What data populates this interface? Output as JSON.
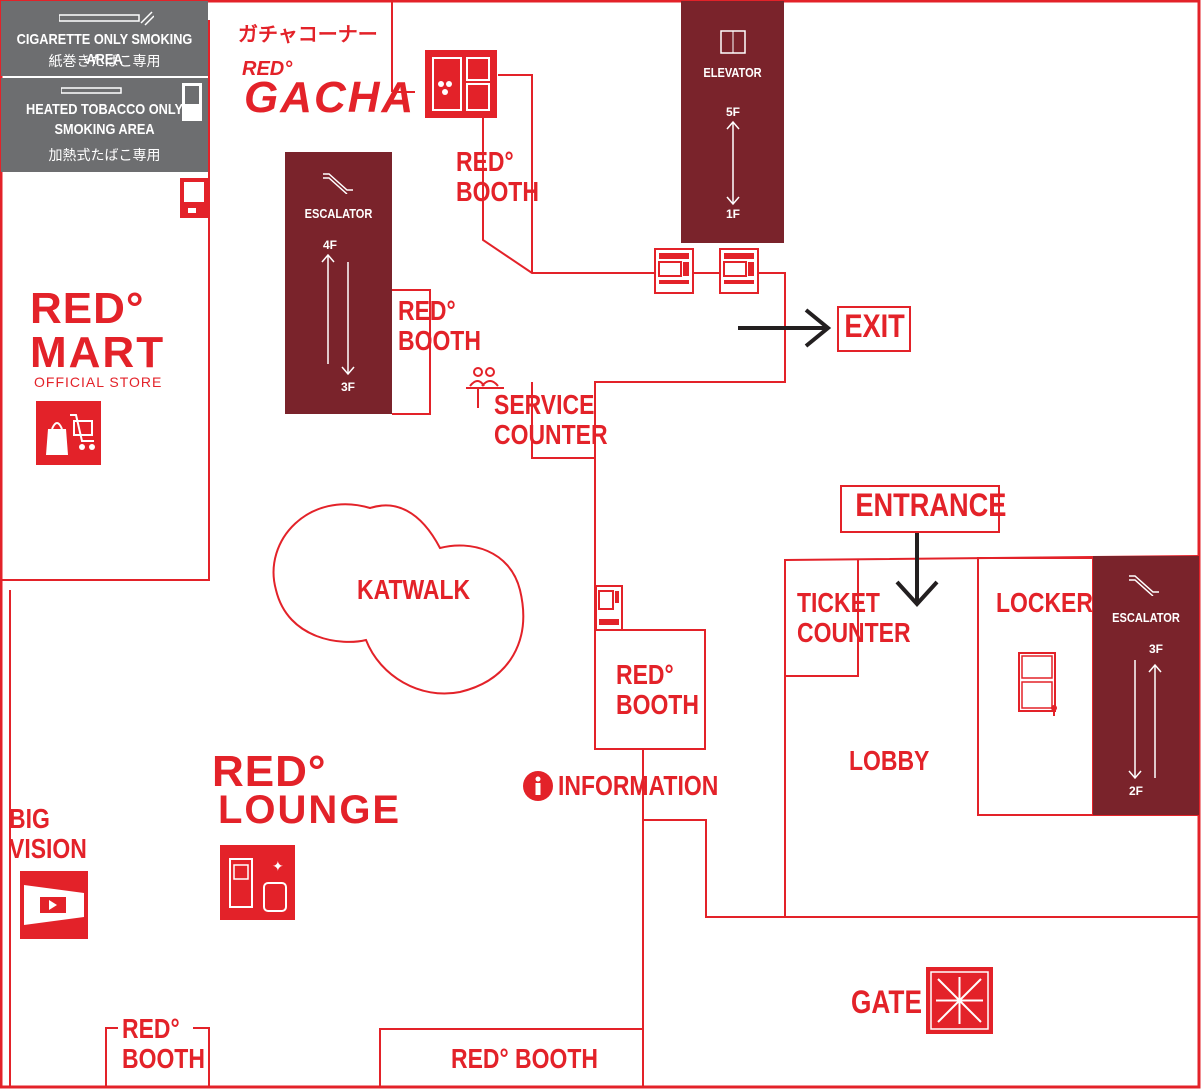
{
  "labels": {
    "gacha_jp": "ガチャコーナー",
    "red_booth_1_a": "RED°",
    "red_booth_1_b": "BOOTH",
    "red_booth_2_a": "RED°",
    "red_booth_2_b": "BOOTH",
    "red_booth_3_a": "RED°",
    "red_booth_3_b": "BOOTH",
    "red_booth_4_a": "RED°",
    "red_booth_4_b": "BOOTH",
    "red_booth_5": "RED° BOOTH",
    "service_1": "SERVICE",
    "service_2": "COUNTER",
    "katwalk": "KATWALK",
    "information": "INFORMATION",
    "ticket_1": "TICKET",
    "ticket_2": "COUNTER",
    "lobby": "LOBBY",
    "locker": "LOCKER",
    "big_1": "BIG",
    "big_2": "VISION",
    "gate": "GATE",
    "exit": "EXIT",
    "entrance": "ENTRANCE"
  },
  "smoking": {
    "cigarette_en": "CIGARETTE ONLY SMOKING AREA",
    "cigarette_jp": "紙巻きたばこ専用",
    "heated_en_1": "HEATED TOBACCO ONLY",
    "heated_en_2": "SMOKING AREA",
    "heated_jp": "加熱式たばこ専用"
  },
  "elevator": {
    "name": "ELEVATOR",
    "top": "5F",
    "bottom": "1F"
  },
  "escalator_left": {
    "name": "ESCALATOR",
    "top": "4F",
    "bottom": "3F"
  },
  "escalator_right": {
    "name": "ESCALATOR",
    "top": "3F",
    "bottom": "2F"
  },
  "logos": {
    "gacha_red": "RED°",
    "gacha": "GACHA",
    "mart_red": "RED°",
    "mart": "MART",
    "mart_sub": "OFFICIAL STORE",
    "lounge_red": "RED°",
    "lounge": "LOUNGE"
  },
  "icons": [
    "gacha-machine-icon",
    "shopping-bag-icon",
    "arcade-icon",
    "video-icon",
    "gate-icon",
    "vending-machine-icon",
    "ticket-machine-icon",
    "locker-icon",
    "service-person-icon",
    "information-icon",
    "escalator-icon",
    "elevator-icon",
    "smoking-icon",
    "heated-tobacco-icon"
  ],
  "colors": {
    "accent": "#e32229",
    "dark_block": "#7a232b",
    "smoking_area": "#6d6e70"
  }
}
